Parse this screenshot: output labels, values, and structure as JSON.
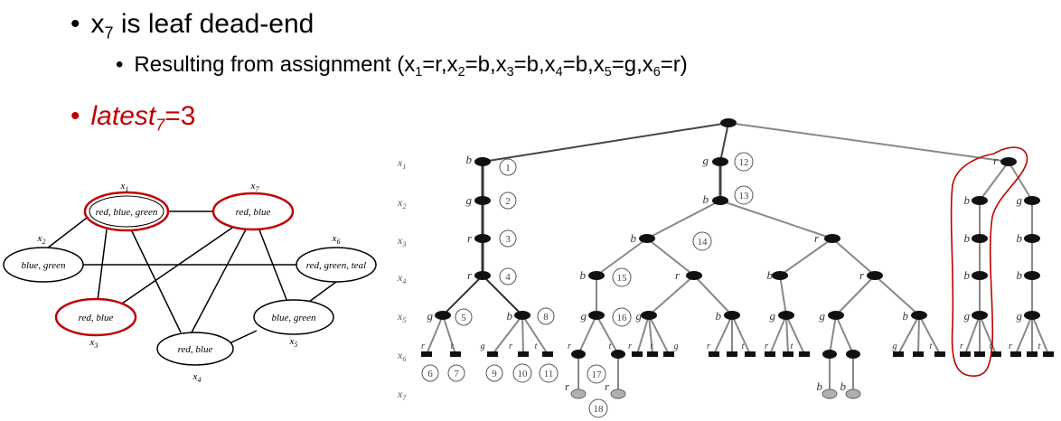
{
  "bullet1": {
    "pre": "x",
    "sub": "7",
    "post": " is leaf dead-end"
  },
  "bullet2": {
    "text": "Resulting from assignment (x",
    "parts": [
      {
        "sub": "1",
        "after": "=r,x"
      },
      {
        "sub": "2",
        "after": "=b,x"
      },
      {
        "sub": "3",
        "after": "=b,x"
      },
      {
        "sub": "4",
        "after": "=b,x"
      },
      {
        "sub": "5",
        "after": "=g,x"
      },
      {
        "sub": "6",
        "after": "=r)"
      }
    ]
  },
  "bullet3": {
    "word": "latest",
    "sub": "7",
    "post": "=3"
  },
  "colors": {
    "highlight": "#c00000",
    "node": "#111111",
    "leaf_gray": "#b0b0b0"
  },
  "graph": {
    "nodes": [
      {
        "id": "x1",
        "label": "x1",
        "domain": "red, blue, green",
        "highlight": true
      },
      {
        "id": "x7",
        "label": "x7",
        "domain": "red, blue",
        "highlight": true
      },
      {
        "id": "x2",
        "label": "x2",
        "domain": "blue, green",
        "highlight": false
      },
      {
        "id": "x6",
        "label": "x6",
        "domain": "red, green, teal",
        "highlight": false
      },
      {
        "id": "x3",
        "label": "x3",
        "domain": "red, blue",
        "highlight": true
      },
      {
        "id": "x5",
        "label": "x5",
        "domain": "blue, green",
        "highlight": false
      },
      {
        "id": "x4",
        "label": "x4",
        "domain": "red, blue",
        "highlight": false
      }
    ],
    "edges": [
      [
        "x1",
        "x7"
      ],
      [
        "x1",
        "x2"
      ],
      [
        "x1",
        "x3"
      ],
      [
        "x1",
        "x4"
      ],
      [
        "x7",
        "x3"
      ],
      [
        "x7",
        "x4"
      ],
      [
        "x7",
        "x5"
      ],
      [
        "x2",
        "x6"
      ],
      [
        "x6",
        "x5"
      ],
      [
        "x5",
        "x4"
      ]
    ]
  },
  "tree": {
    "levels": [
      "x1",
      "x2",
      "x3",
      "x4",
      "x5",
      "x6",
      "x7"
    ],
    "nodes": [
      {
        "label": "b",
        "num": "1"
      },
      {
        "label": "g",
        "num": "2"
      },
      {
        "label": "r",
        "num": "3"
      },
      {
        "label": "r",
        "num": "4"
      },
      {
        "label": "g",
        "num": "5"
      },
      {
        "label": "b",
        "num": "8"
      },
      {
        "label": "g",
        "num": "12"
      },
      {
        "label": "b",
        "num": "13"
      },
      {
        "label": "b",
        "num": "14"
      },
      {
        "label": "b",
        "num": "15"
      },
      {
        "label": "g",
        "num": "16"
      },
      {
        "num": "6"
      },
      {
        "num": "7"
      },
      {
        "num": "9"
      },
      {
        "num": "10"
      },
      {
        "num": "11"
      },
      {
        "num": "17"
      },
      {
        "num": "18"
      }
    ]
  }
}
